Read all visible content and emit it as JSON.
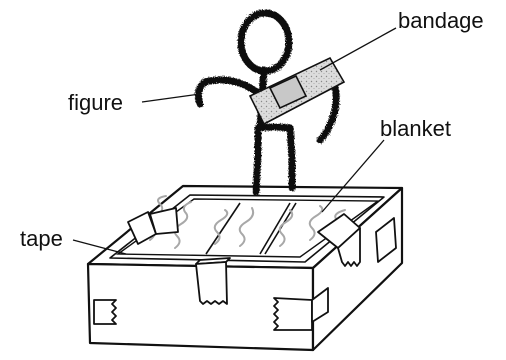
{
  "labels": {
    "bandage": "bandage",
    "figure": "figure",
    "blanket": "blanket",
    "tape": "tape"
  },
  "colors": {
    "line": "#111111",
    "bandage_fill": "#dcdcdc",
    "bandage_pad": "#c8c8c8",
    "blanket_squiggle": "#a8a8a8",
    "background": "#ffffff"
  },
  "icons": [
    "pipe-cleaner-figure",
    "bandage-strip",
    "cardboard-box",
    "tape-strip"
  ]
}
